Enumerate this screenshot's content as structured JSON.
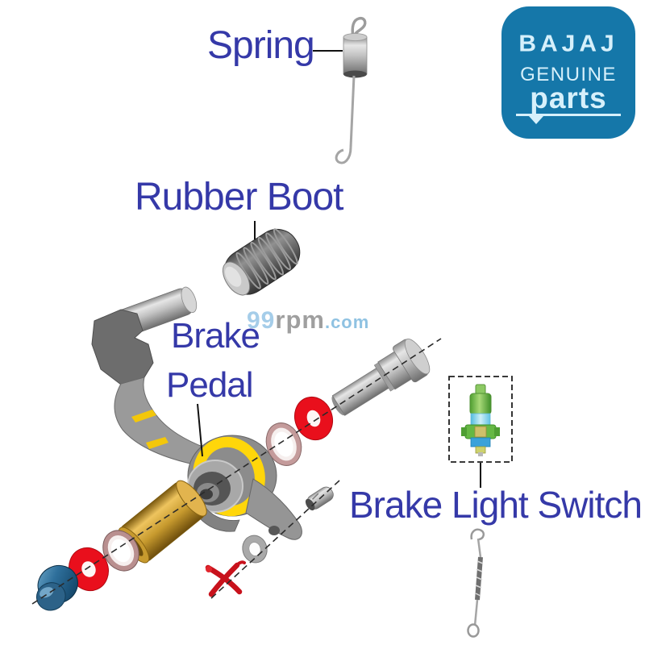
{
  "labels": {
    "spring": "Spring",
    "rubber_boot": "Rubber Boot",
    "brake_pedal_line1": "Brake",
    "brake_pedal_line2": "Pedal",
    "brake_light_switch": "Brake Light Switch"
  },
  "watermark": {
    "prefix": "99",
    "name": "rpm",
    "tld": ".com"
  },
  "badge": {
    "brand": "BAJAJ",
    "line1": "GENUINE",
    "line2": "parts"
  },
  "colors": {
    "label_text": "#3539a8",
    "badge_background": "#1577a9",
    "badge_text": "#d6f0fb",
    "watermark_blue": "#a5cde9",
    "watermark_gray": "#9f9f9f",
    "washer_red": "#e90f1c",
    "pivot_ring_yellow": "#ffd60a",
    "bushing_gold": "#cfa23a",
    "nut_blue": "#2c6288",
    "switch_green": "#6cbf45",
    "switch_cyan": "#8fd8ee",
    "cotter_pin_red": "#c8121c"
  }
}
